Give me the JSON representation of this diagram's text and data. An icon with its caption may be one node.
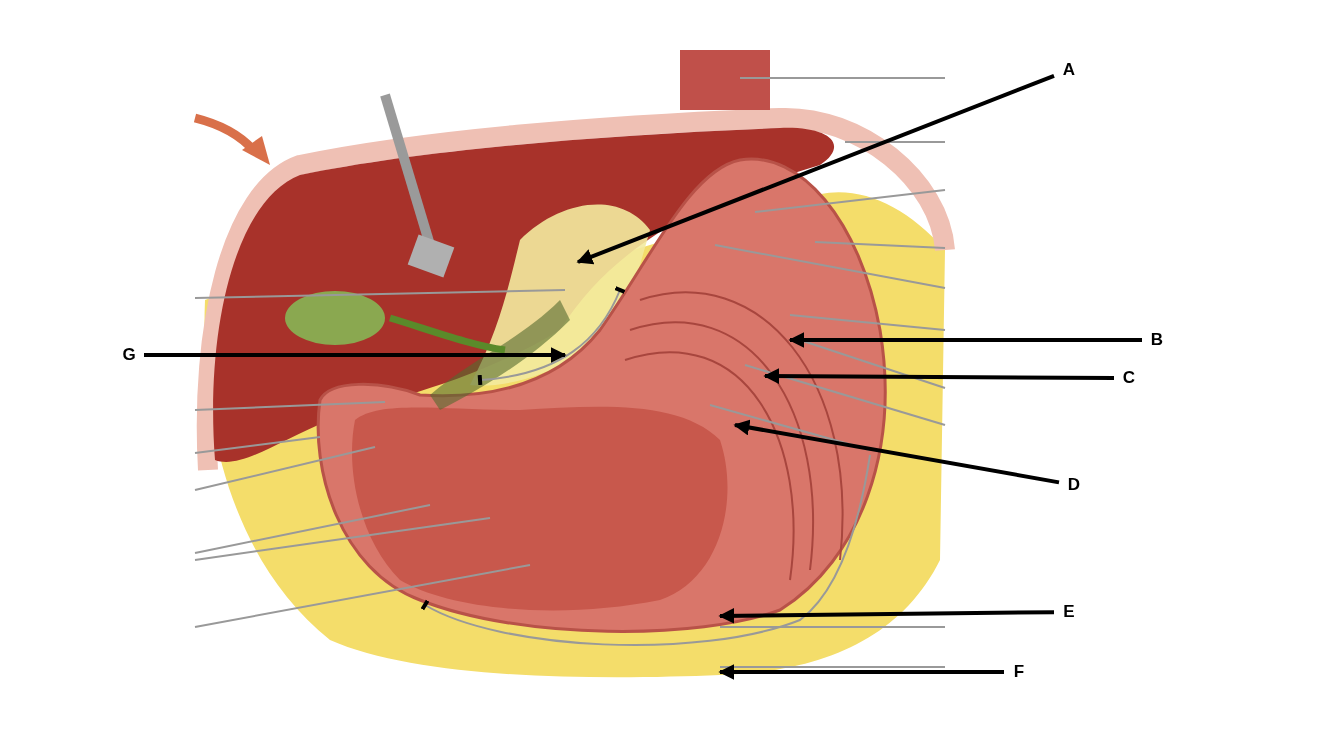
{
  "diagram": {
    "nodes": [
      {
        "text": [
          "A"
        ]
      },
      {
        "text": [
          "B"
        ]
      },
      {
        "text": [
          "C"
        ]
      },
      {
        "text": [
          "D"
        ]
      },
      {
        "text": [
          "E"
        ]
      },
      {
        "text": [
          "F"
        ]
      },
      {
        "text": [
          "G"
        ]
      }
    ],
    "edges": [
      {
        "from": 0,
        "to": null,
        "arrow": "to"
      },
      {
        "from": 1,
        "to": null,
        "arrow": "to"
      },
      {
        "from": 2,
        "to": null,
        "arrow": "to"
      },
      {
        "from": 3,
        "to": null,
        "arrow": "to"
      },
      {
        "from": 4,
        "to": null,
        "arrow": "to"
      },
      {
        "from": 5,
        "to": null,
        "arrow": "to"
      },
      {
        "from": 6,
        "to": null,
        "arrow": "to"
      }
    ]
  }
}
